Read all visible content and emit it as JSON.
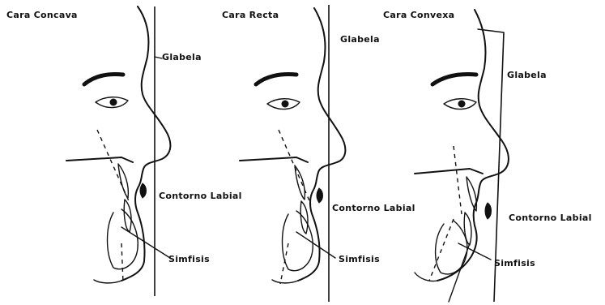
{
  "panels": [
    {
      "id": "concava",
      "title": "Cara Concava",
      "labels": {
        "glabela": "Glabela",
        "labial": "Contorno Labial",
        "sinfisis": "Simfisis"
      }
    },
    {
      "id": "recta",
      "title": "Cara Recta",
      "labels": {
        "glabela": "Glabela",
        "labial": "Contorno Labial",
        "sinfisis": "Simfisis"
      }
    },
    {
      "id": "convexa",
      "title": "Cara Convexa",
      "labels": {
        "glabela": "Glabela",
        "labial": "Contorno Labial",
        "sinfisis": "Simfisis"
      }
    }
  ],
  "colors": {
    "ink": "#111111",
    "paper": "#ffffff"
  }
}
